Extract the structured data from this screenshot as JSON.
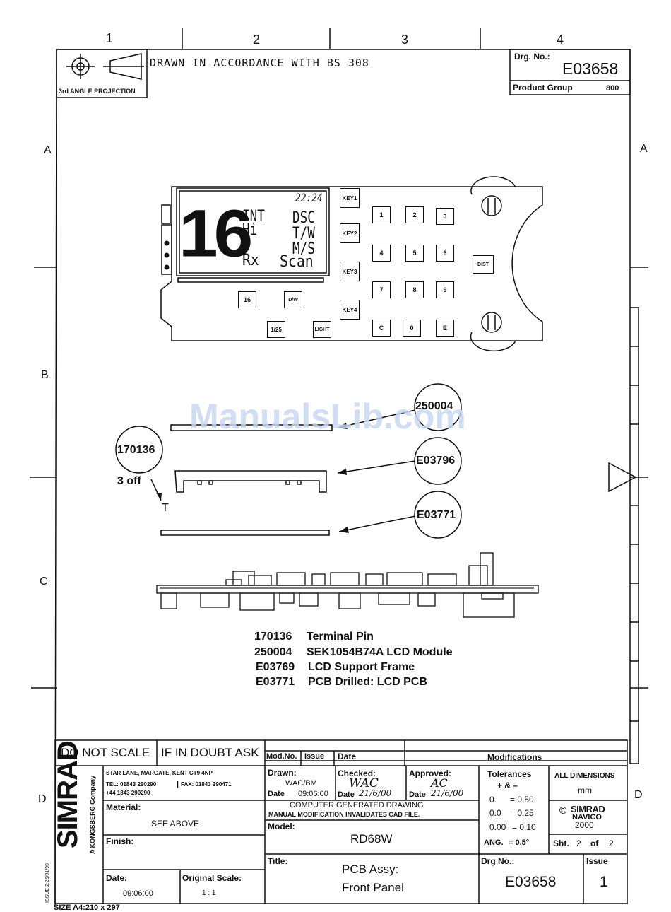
{
  "grid": {
    "columns": [
      "1",
      "2",
      "3",
      "4"
    ],
    "rows": [
      "A",
      "B",
      "C",
      "D"
    ],
    "row_right_a": "A",
    "row_right_d": "D"
  },
  "header": {
    "projection_label": "3rd ANGLE PROJECTION",
    "standard_note": "DRAWN IN ACCORDANCE WITH BS 308",
    "drg_no_label": "Drg. No.:",
    "drg_no": "E03658",
    "product_group_label": "Product Group",
    "product_group": "800"
  },
  "lcd": {
    "channel": "16",
    "int": "INT",
    "hi": "Hi",
    "rx": "Rx",
    "time": "22:24",
    "dsc": "DSC",
    "tw": "T/W",
    "ms": "M/S",
    "scan": "Scan"
  },
  "panel_keys": {
    "side_keys": [
      "KEY1",
      "KEY2",
      "KEY3",
      "KEY4"
    ],
    "bottom_keys": [
      "16",
      "D/W",
      "1/25",
      "LIGHT"
    ],
    "keypad": [
      "1",
      "2",
      "3",
      "4",
      "5",
      "6",
      "7",
      "8",
      "9",
      "C",
      "0",
      "E"
    ],
    "dist": "DIST"
  },
  "exploded": {
    "callout_250004": "250004",
    "callout_e03796": "E03796",
    "callout_e03771": "E03771",
    "callout_170136": "170136",
    "qty_170136": "3 off",
    "pin_marker": "T"
  },
  "watermark": "ManualsLib.com",
  "parts_list": [
    {
      "code": "170136",
      "desc": "Terminal Pin"
    },
    {
      "code": "250004",
      "desc": "SEK1054B74A LCD Module"
    },
    {
      "code": "E03769",
      "desc": "LCD Support Frame"
    },
    {
      "code": "E03771",
      "desc": "PCB Drilled: LCD PCB"
    }
  ],
  "title_block": {
    "do_not_scale": "DO NOT SCALE",
    "if_in_doubt": "IF IN DOUBT ASK",
    "mod_no": "Mod.No.",
    "issue_hdr": "Issue",
    "date_hdr": "Date",
    "modifications": "Modifications",
    "brand": "SIMRAD",
    "kongsberg": "A KONGSBERG Company",
    "address": "STAR LANE, MARGATE, KENT CT9 4NP",
    "tel": "TEL: 01843 290290",
    "tel_intl": "+44 1843 290290",
    "fax": "FAX: 01843 290471",
    "drawn_label": "Drawn:",
    "drawn_by": "WAC/BM",
    "drawn_date_label": "Date",
    "drawn_date": "09:06:00",
    "checked_label": "Checked:",
    "checked_by": "WAC",
    "checked_date_label": "Date",
    "checked_date": "21/6/00",
    "approved_label": "Approved:",
    "approved_by": "AC",
    "approved_date_label": "Date",
    "approved_date": "21/6/00",
    "computer_generated": "COMPUTER GENERATED DRAWING",
    "manual_mod": "MANUAL MODIFICATION INVALIDATES CAD FILE.",
    "material_label": "Material:",
    "material": "SEE ABOVE",
    "finish_label": "Finish:",
    "model_label": "Model:",
    "model": "RD68W",
    "title_label": "Title:",
    "title_line1": "PCB Assy:",
    "title_line2": "Front Panel",
    "date_label": "Date:",
    "date": "09:06:00",
    "scale_label": "Original Scale:",
    "scale": "1 : 1",
    "tolerances_label": "Tolerances",
    "tolerances_pm": "+ & –",
    "tol_rows": [
      {
        "fmt": "0.",
        "val": "= 0.50"
      },
      {
        "fmt": "0.0",
        "val": "= 0.25"
      },
      {
        "fmt": "0.00",
        "val": "= 0.10"
      },
      {
        "fmt": "ANG.",
        "val": "= 0.5°"
      }
    ],
    "all_dimensions": "ALL DIMENSIONS",
    "mm": "mm",
    "copyright_brand": "SIMRAD",
    "navico": "NAVICO",
    "year": "2000",
    "sheet_label": "Sht.",
    "sheet": "2",
    "of_label": "of",
    "sheet_total": "2",
    "drg_no_label": "Drg No.:",
    "drg_no": "E03658",
    "issue_label": "Issue",
    "issue": "1",
    "issue_code": "ISSUE 2:25/01/99",
    "size": "SIZE A4:210 x 297"
  }
}
